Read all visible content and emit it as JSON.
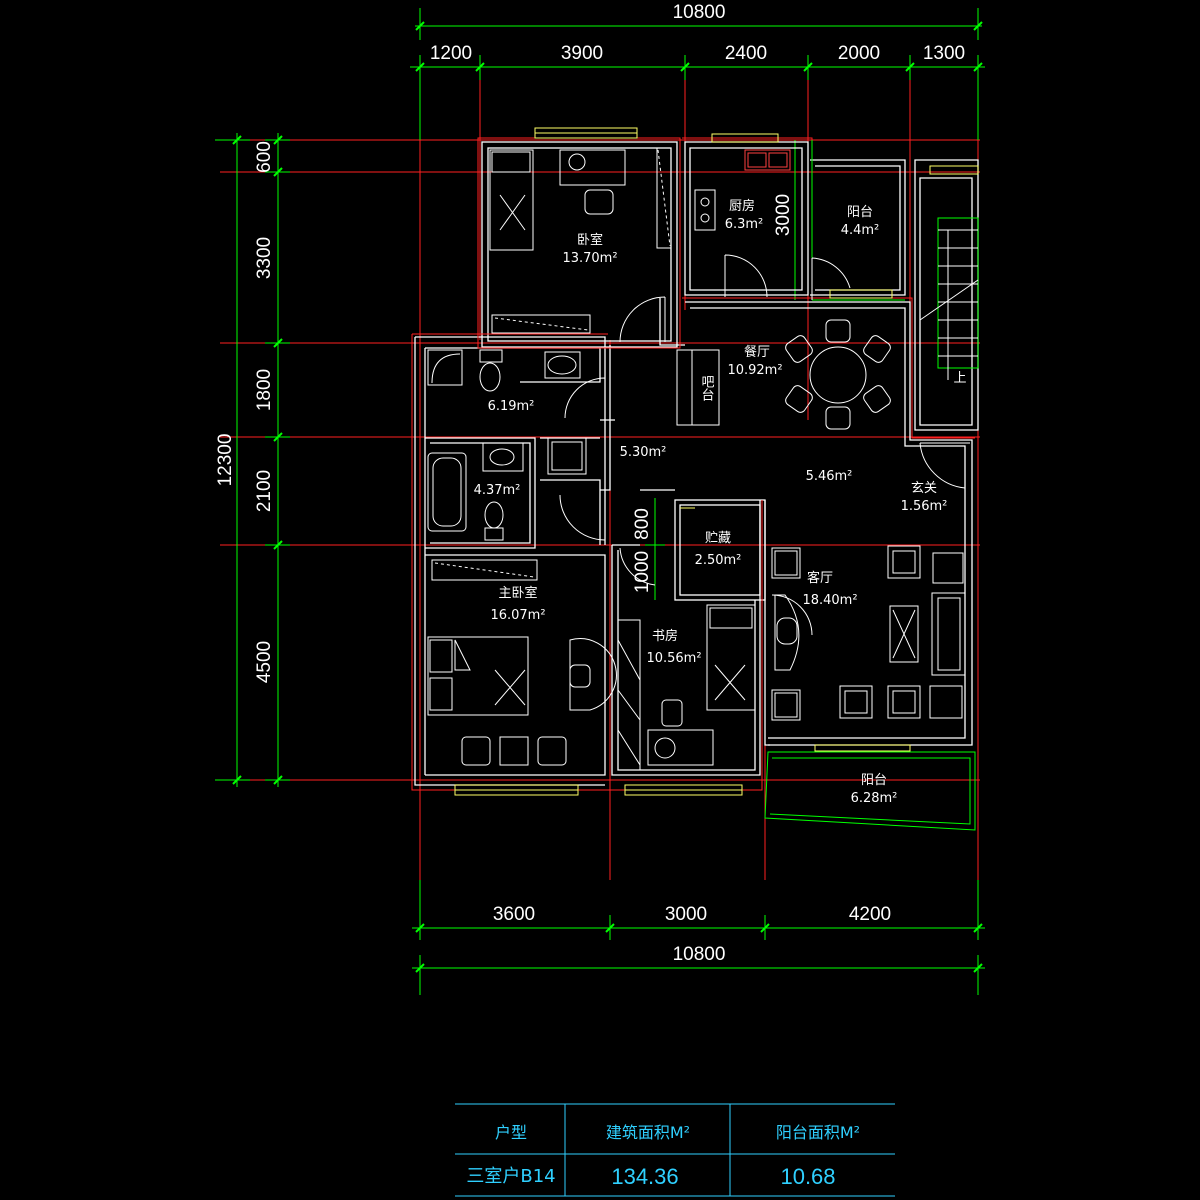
{
  "dimensions": {
    "top_total": "10800",
    "top_segments": [
      "1200",
      "3900",
      "2400",
      "2000",
      "1300"
    ],
    "bottom_segments": [
      "3600",
      "3000",
      "4200"
    ],
    "bottom_total": "10800",
    "left_total": "12300",
    "left_segments": [
      "600",
      "3300",
      "1800",
      "2100",
      "4500"
    ],
    "inner_3000": "3000",
    "inner_800": "800",
    "inner_1000": "1000"
  },
  "rooms": {
    "bedroom": {
      "name": "卧室",
      "area": "13.70m²"
    },
    "kitchen": {
      "name": "厨房",
      "area": "6.3m²"
    },
    "balcony_top": {
      "name": "阳台",
      "area": "4.4m²"
    },
    "dining": {
      "name": "餐厅",
      "area": "10.92m²"
    },
    "bar": {
      "name": "吧台"
    },
    "bath1": {
      "area": "6.19m²"
    },
    "corridor": {
      "area": "5.30m²"
    },
    "bath2": {
      "area": "4.37m²"
    },
    "hall": {
      "area": "5.46m²"
    },
    "entry": {
      "name": "玄关",
      "area": "1.56m²"
    },
    "storage": {
      "name": "贮藏",
      "area": "2.50m²"
    },
    "living": {
      "name": "客厅",
      "area": "18.40m²"
    },
    "master": {
      "name": "主卧室",
      "area": "16.07m²"
    },
    "study": {
      "name": "书房",
      "area": "10.56m²"
    },
    "balcony_bottom": {
      "name": "阳台",
      "area": "6.28m²"
    },
    "stair_label": "上"
  },
  "table": {
    "headers": [
      "户型",
      "建筑面积M²",
      "阳台面积M²"
    ],
    "row": [
      "三室户B14",
      "134.36",
      "10.68"
    ]
  },
  "colors": {
    "background": "#000000",
    "axis": "#ff2020",
    "dimension": "#00ff00",
    "wall": "#ffffff",
    "window": "#ffff66",
    "table": "#2fd0ff"
  }
}
